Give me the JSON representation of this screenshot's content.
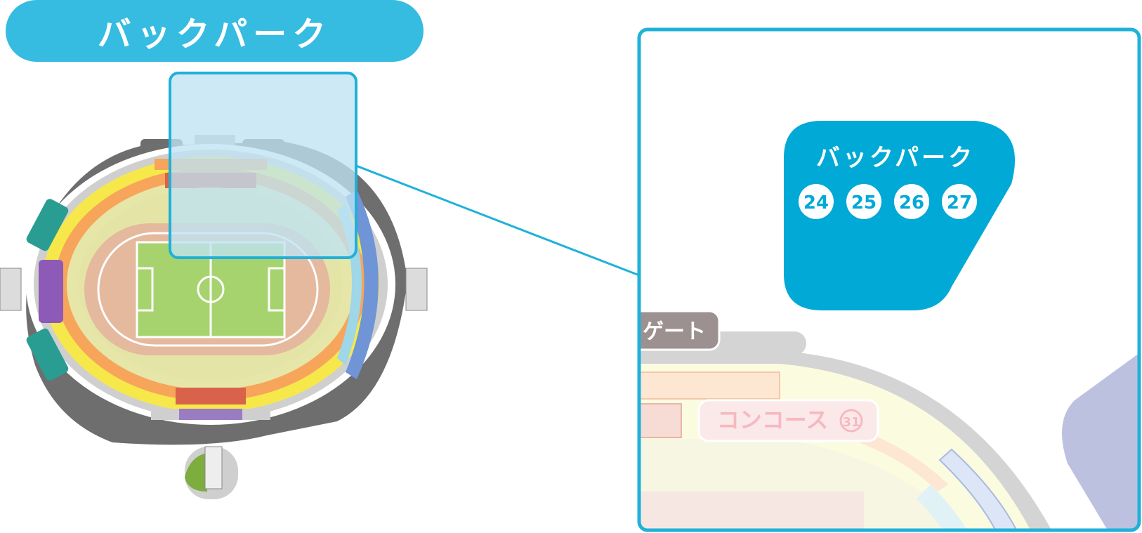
{
  "page_title": "バックパーク",
  "zoom": {
    "park_label": "バックパーク",
    "parking_numbers": [
      "24",
      "25",
      "26",
      "27"
    ],
    "gate_label": "ゲート",
    "concourse_label": "コンコース",
    "concourse_number": "31"
  },
  "colors": {
    "accent": "#36bbe1",
    "park_panel": "#00a9d6",
    "overlay": "#c9e8f3"
  }
}
